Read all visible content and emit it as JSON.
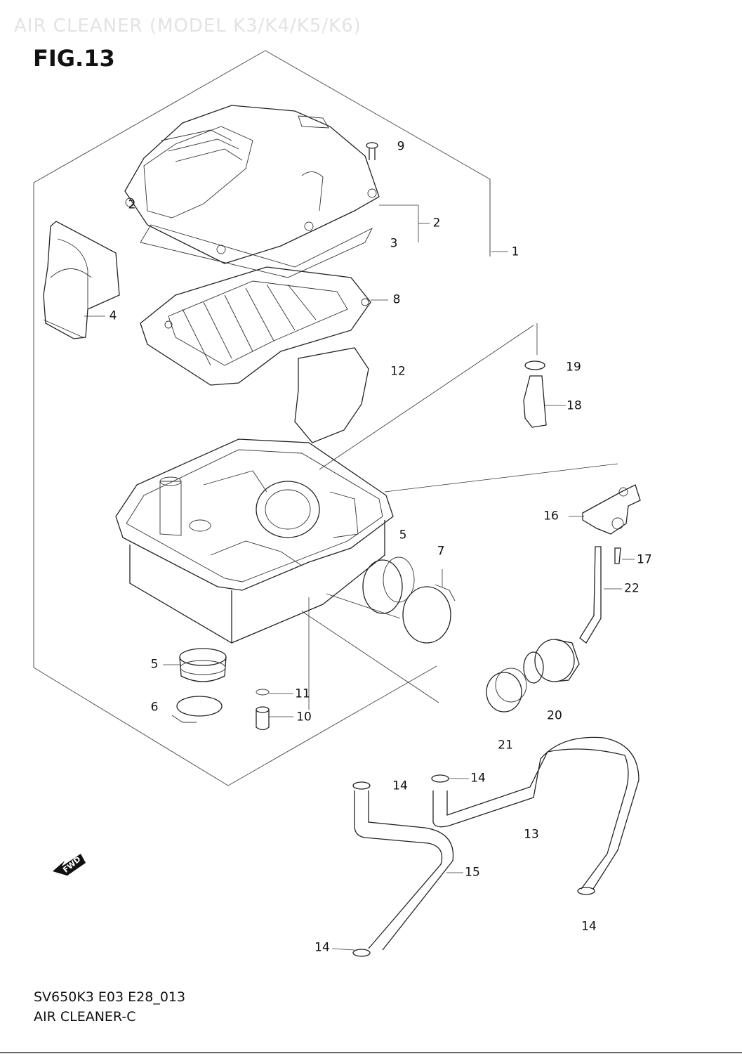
{
  "header": {
    "faded_title": "AIR CLEANER (MODEL K3/K4/K5/K6)",
    "figure_label": "FIG.13"
  },
  "footer": {
    "code": "SV650K3 E03 E28_013",
    "caption": "AIR CLEANER-C"
  },
  "direction_marker": {
    "text": "FWD",
    "icon": "forward-arrow-icon"
  },
  "callouts": {
    "c1": "1",
    "c2a": "2",
    "c2b": "2",
    "c3": "3",
    "c4": "4",
    "c5a": "5",
    "c5b": "5",
    "c6": "6",
    "c7": "7",
    "c8": "8",
    "c9": "9",
    "c10": "10",
    "c11": "11",
    "c12": "12",
    "c13": "13",
    "c14a": "14",
    "c14b": "14",
    "c14c": "14",
    "c14d": "14",
    "c15": "15",
    "c16": "16",
    "c17": "17",
    "c18": "18",
    "c19": "19",
    "c20": "20",
    "c21": "21",
    "c22": "22"
  }
}
